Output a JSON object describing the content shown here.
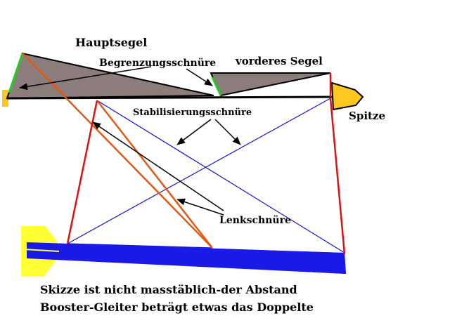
{
  "labels": {
    "main_sail": "Hauptsegel",
    "limit_lines": "Begrenzungsschnüre",
    "front_sail": "vorderes Segel",
    "stabilization_lines": "Stabilisierungsschnüre",
    "tip": "Spitze",
    "steering_lines": "Lenkschnüre"
  },
  "note": {
    "line1": "Skizze ist nicht masstäblich-der Abstand",
    "line2": "Booster-Gleiter beträgt etwas das Doppelte"
  },
  "colors": {
    "sail_fill": "#8c7c7c",
    "outline": "#000000",
    "tip_fill": "#ffc81e",
    "booster_body": "#1a1ae6",
    "booster_fin": "#ffff33",
    "red_line": "#e01010",
    "orange_line": "#e05a14",
    "blue_line": "#1414d0",
    "green_edge": "#22cc22"
  }
}
